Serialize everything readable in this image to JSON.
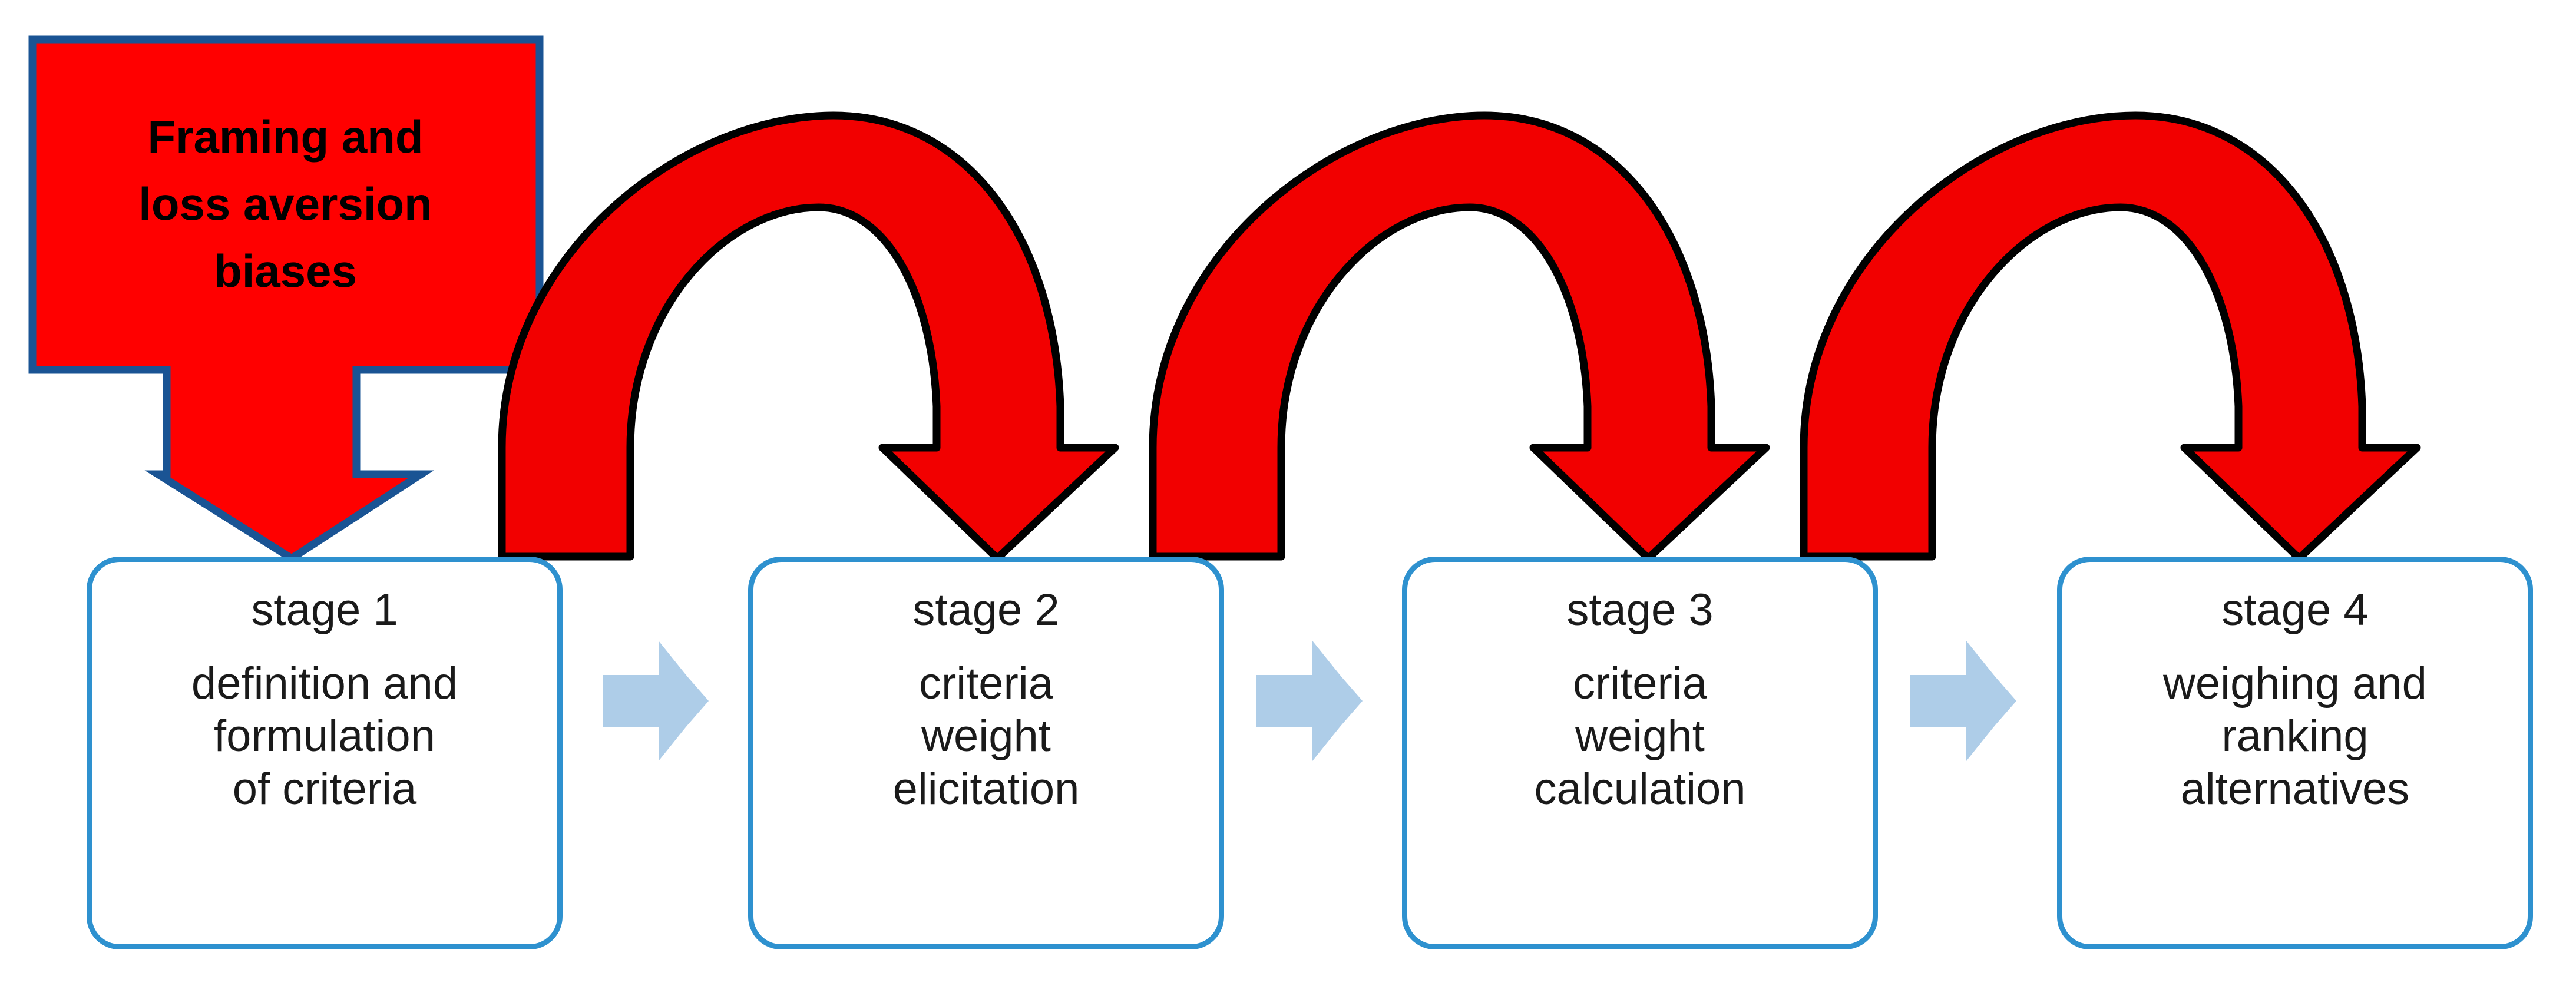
{
  "colors": {
    "callout_fill": "#FF0000",
    "callout_border": "#1A5494",
    "stage_border": "#2E91CF",
    "stage_fill": "#FFFFFF",
    "curved_arrow_fill": "#F20000",
    "curved_arrow_outline": "#000000",
    "chevron_fill": "#AECDE8",
    "text": "#1A1A1A",
    "background": "#FFFFFF"
  },
  "callout": {
    "name": "framing-and-loss-aversion-biases",
    "lines": [
      "Framing and",
      "loss aversion",
      "biases"
    ],
    "arrow_icon": "down-arrow-icon",
    "points_to": "stage 1"
  },
  "stages": [
    {
      "title": "stage 1",
      "desc_lines": [
        "definition and",
        "formulation",
        "of criteria"
      ]
    },
    {
      "title": "stage 2",
      "desc_lines": [
        "criteria",
        "weight",
        "elicitation"
      ]
    },
    {
      "title": "stage 3",
      "desc_lines": [
        "criteria",
        "weight",
        "calculation"
      ]
    },
    {
      "title": "stage 4",
      "desc_lines": [
        "weighing and",
        "ranking",
        "alternatives"
      ]
    }
  ],
  "flow_connectors": [
    {
      "icon": "right-chevron-icon",
      "from": "stage 1",
      "to": "stage 2"
    },
    {
      "icon": "right-chevron-icon",
      "from": "stage 2",
      "to": "stage 3"
    },
    {
      "icon": "right-chevron-icon",
      "from": "stage 3",
      "to": "stage 4"
    }
  ],
  "bias_arcs": [
    {
      "icon": "curved-down-arrow-icon",
      "from": "stage 1",
      "to": "stage 2"
    },
    {
      "icon": "curved-down-arrow-icon",
      "from": "stage 2",
      "to": "stage 3"
    },
    {
      "icon": "curved-down-arrow-icon",
      "from": "stage 3",
      "to": "stage 4"
    }
  ]
}
